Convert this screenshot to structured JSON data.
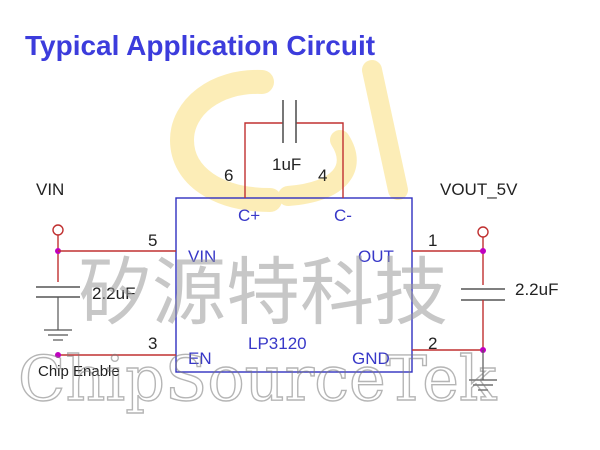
{
  "title": "Typical Application Circuit",
  "chip": {
    "part": "LP3120",
    "pins": {
      "cplus": "C+",
      "cminus": "C-",
      "vin": "VIN",
      "out": "OUT",
      "en": "EN",
      "gnd": "GND"
    },
    "pin_numbers": {
      "cplus": "6",
      "cminus": "4",
      "vin": "5",
      "out": "1",
      "en": "3",
      "gnd": "2"
    }
  },
  "components": {
    "flying_cap": "1uF",
    "input_cap": "2.2uF",
    "output_cap": "2.2uF"
  },
  "net_labels": {
    "vin": "VIN",
    "vout": "VOUT_5V",
    "chip_enable": "Chip Enable"
  },
  "watermark": {
    "chinese": "矽源特科技",
    "english": "ChipSourceTek"
  },
  "colors": {
    "title": "#3c3cdc",
    "chip_outline": "#3030c0",
    "wire": "#c03030",
    "node": "#c000c0",
    "logo": "#f5c200"
  }
}
